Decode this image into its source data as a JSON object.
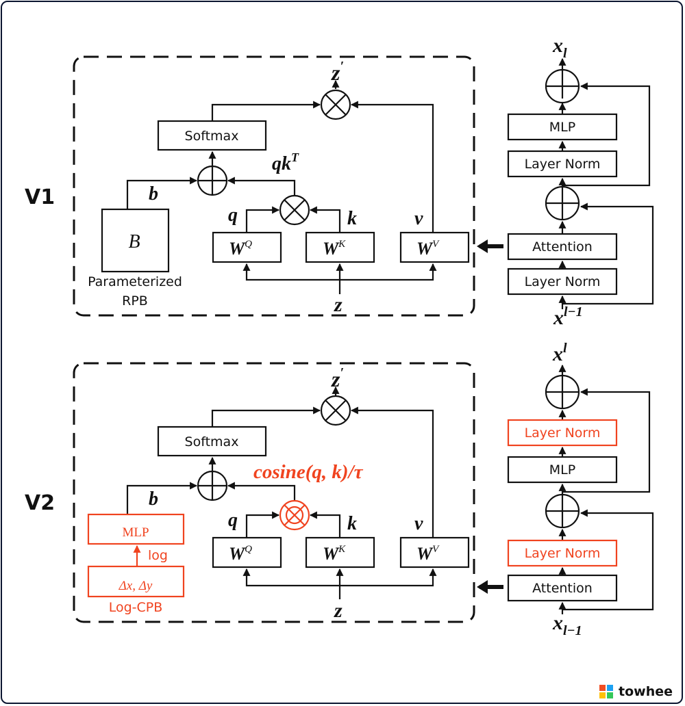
{
  "colors": {
    "accent_red": "#f0431f",
    "ink": "#111111",
    "frame": "#0b1530"
  },
  "v1": {
    "version_label": "V1",
    "softmax": "Softmax",
    "qkT": "qk",
    "qkT_sup": "T",
    "b": "b",
    "B": "B",
    "rpb_line1": "Parameterized",
    "rpb_line2": "RPB",
    "q": "q",
    "k": "k",
    "v": "v",
    "WQ": "W",
    "WQ_sup": "Q",
    "WK": "W",
    "WK_sup": "K",
    "WV": "W",
    "WV_sup": "V",
    "z": "z",
    "z_prime": "z",
    "block": {
      "output": "x",
      "output_sub": "l",
      "mlp": "MLP",
      "norm_top": "Layer Norm",
      "attention": "Attention",
      "norm_bottom": "Layer Norm",
      "input": "x",
      "input_sup": "l−1"
    }
  },
  "v2": {
    "version_label": "V2",
    "softmax": "Softmax",
    "cosine": "cosine(q, k)/τ",
    "b": "b",
    "mlp": "MLP",
    "log": "log",
    "delta": "Δx, Δy",
    "cpb": "Log-CPB",
    "q": "q",
    "k": "k",
    "v": "v",
    "WQ": "W",
    "WQ_sup": "Q",
    "WK": "W",
    "WK_sup": "K",
    "WV": "W",
    "WV_sup": "V",
    "z": "z",
    "z_prime": "z",
    "block": {
      "output": "x",
      "output_sup": "l",
      "norm_top": "Layer Norm",
      "mlp": "MLP",
      "norm_bottom": "Layer Norm",
      "attention": "Attention",
      "input": "x",
      "input_sub": "l−1"
    }
  },
  "brand": {
    "name": "towhee"
  }
}
